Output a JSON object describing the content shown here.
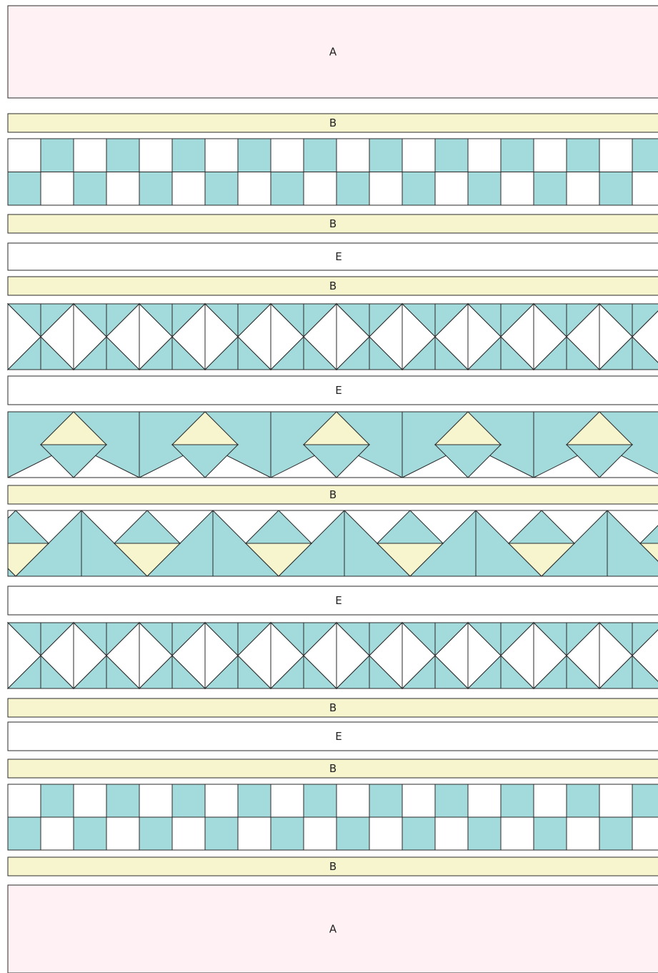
{
  "diagram": {
    "colors": {
      "A": "#fff1f4",
      "B": "#f6f5cd",
      "teal": "#a3dadc",
      "white": "#ffffff",
      "yellow": "#f6f5cd",
      "line": "#2a2a2a"
    },
    "labels": {
      "A": "A",
      "B": "B",
      "E": "E"
    },
    "rows": [
      {
        "type": "A",
        "label": "A"
      },
      {
        "type": "B",
        "label": "B"
      },
      {
        "type": "checker"
      },
      {
        "type": "B",
        "label": "B"
      },
      {
        "type": "E",
        "label": "E"
      },
      {
        "type": "B",
        "label": "B"
      },
      {
        "type": "hourglass"
      },
      {
        "type": "E",
        "label": "E"
      },
      {
        "type": "flying-geese-down"
      },
      {
        "type": "B",
        "label": "B"
      },
      {
        "type": "flying-geese-up"
      },
      {
        "type": "E",
        "label": "E"
      },
      {
        "type": "hourglass"
      },
      {
        "type": "B",
        "label": "B"
      },
      {
        "type": "E",
        "label": "E"
      },
      {
        "type": "B",
        "label": "B"
      },
      {
        "type": "checker"
      },
      {
        "type": "B",
        "label": "B"
      },
      {
        "type": "A",
        "label": "A"
      }
    ]
  }
}
